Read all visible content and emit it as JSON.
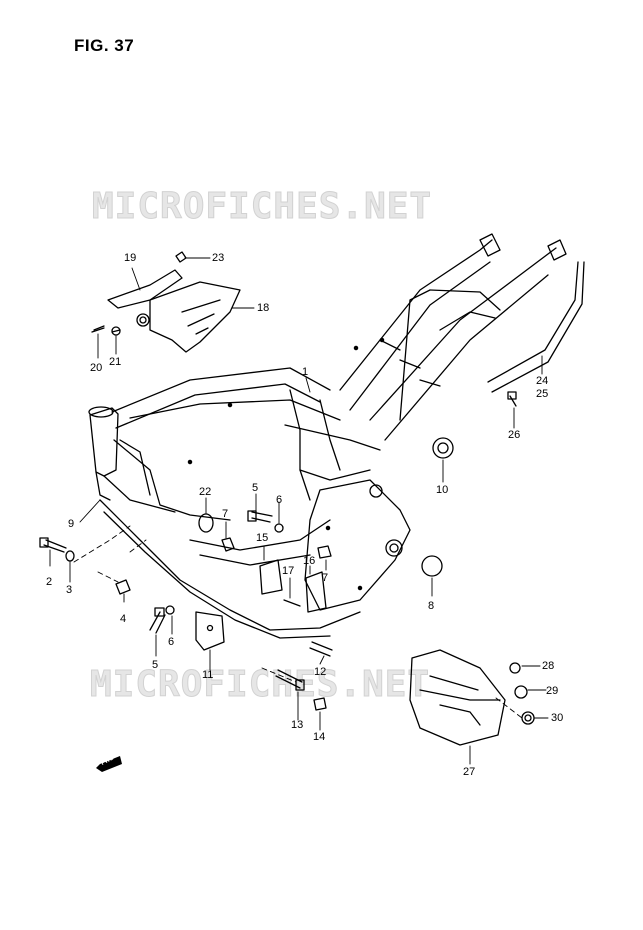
{
  "figure": {
    "title": "FIG. 37"
  },
  "watermark": {
    "text_top": "MICROFICHES.NET",
    "text_bottom": "MICROFICHES.NET"
  },
  "fwd_badge": {
    "text": "FWD"
  },
  "callouts": {
    "c1": "1",
    "c2": "2",
    "c3": "3",
    "c4": "4",
    "c5a": "5",
    "c5b": "5",
    "c6a": "6",
    "c6b": "6",
    "c7a": "7",
    "c7b": "7",
    "c8": "8",
    "c9": "9",
    "c10": "10",
    "c11": "11",
    "c12": "12",
    "c13": "13",
    "c14": "14",
    "c15": "15",
    "c16": "16",
    "c17": "17",
    "c18": "18",
    "c19": "19",
    "c20": "20",
    "c21": "21",
    "c22": "22",
    "c23": "23",
    "c24": "24",
    "c25": "25",
    "c26": "26",
    "c27": "27",
    "c28": "28",
    "c29": "29",
    "c30": "30"
  }
}
